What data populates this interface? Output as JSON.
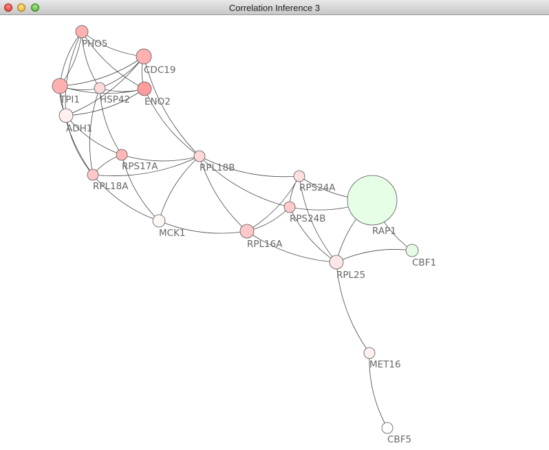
{
  "window": {
    "title": "Correlation Inference 3"
  },
  "graph": {
    "nodes": [
      {
        "id": "PHO5",
        "label": "PHO5",
        "color": "#ffb0b0"
      },
      {
        "id": "CDC19",
        "label": "CDC19",
        "color": "#ffb0b0"
      },
      {
        "id": "TPI1",
        "label": "TPI1",
        "color": "#ffb0b0"
      },
      {
        "id": "HSP42",
        "label": "HSP42",
        "color": "#ffdada"
      },
      {
        "id": "ENO2",
        "label": "ENO2",
        "color": "#ff9c9c"
      },
      {
        "id": "ADH1",
        "label": "ADH1",
        "color": "#fff0f0"
      },
      {
        "id": "RPS17A",
        "label": "RPS17A",
        "color": "#ffb8b8"
      },
      {
        "id": "RPL18B",
        "label": "RPL18B",
        "color": "#ffd8d8"
      },
      {
        "id": "RPL18A",
        "label": "RPL18A",
        "color": "#ffc8c8"
      },
      {
        "id": "RPS24A",
        "label": "RPS24A",
        "color": "#ffe0e0"
      },
      {
        "id": "RAP1",
        "label": "RAP1",
        "color": "#e6fde6"
      },
      {
        "id": "RPS24B",
        "label": "RPS24B",
        "color": "#ffcccc"
      },
      {
        "id": "MCK1",
        "label": "MCK1",
        "color": "#fff6f6"
      },
      {
        "id": "RPL16A",
        "label": "RPL16A",
        "color": "#ffc8c8"
      },
      {
        "id": "CBF1",
        "label": "CBF1",
        "color": "#e6fbe6"
      },
      {
        "id": "RPL25",
        "label": "RPL25",
        "color": "#ffe6e6"
      },
      {
        "id": "MET16",
        "label": "MET16",
        "color": "#fff0f0"
      },
      {
        "id": "CBF5",
        "label": "CBF5",
        "color": "#fefefe"
      }
    ],
    "edges": [
      [
        "PHO5",
        "TPI1"
      ],
      [
        "TPI1",
        "PHO5"
      ],
      [
        "PHO5",
        "ADH1"
      ],
      [
        "PHO5",
        "HSP42"
      ],
      [
        "PHO5",
        "CDC19"
      ],
      [
        "PHO5",
        "ENO2"
      ],
      [
        "TPI1",
        "CDC19"
      ],
      [
        "TPI1",
        "ENO2"
      ],
      [
        "TPI1",
        "HSP42"
      ],
      [
        "ADH1",
        "CDC19"
      ],
      [
        "ADH1",
        "ENO2"
      ],
      [
        "HSP42",
        "CDC19"
      ],
      [
        "HSP42",
        "ENO2"
      ],
      [
        "HSP42",
        "RPL18A"
      ],
      [
        "HSP42",
        "RPS17A"
      ],
      [
        "TPI1",
        "RPL18A"
      ],
      [
        "ADH1",
        "RPL18A"
      ],
      [
        "ADH1",
        "RPS17A"
      ],
      [
        "TPI1",
        "ADH1"
      ],
      [
        "CDC19",
        "RPL18B"
      ],
      [
        "ENO2",
        "RPL18B"
      ],
      [
        "CDC19",
        "ENO2"
      ],
      [
        "RPS17A",
        "RPL18B"
      ],
      [
        "RPL18A",
        "RPL18B"
      ],
      [
        "RPS17A",
        "RPL18A"
      ],
      [
        "RPL18A",
        "MCK1"
      ],
      [
        "RPS17A",
        "MCK1"
      ],
      [
        "RPL18B",
        "MCK1"
      ],
      [
        "RPL18B",
        "RPL16A"
      ],
      [
        "RPL18B",
        "RPS24A"
      ],
      [
        "RPL18B",
        "RPS24B"
      ],
      [
        "MCK1",
        "RPL16A"
      ],
      [
        "RPL16A",
        "RPS24A"
      ],
      [
        "RPL16A",
        "RPS24B"
      ],
      [
        "RPL16A",
        "RPL25"
      ],
      [
        "RPS24A",
        "RAP1"
      ],
      [
        "RPS24A",
        "RPL25"
      ],
      [
        "RPS24A",
        "RPS24B"
      ],
      [
        "RPS24B",
        "RAP1"
      ],
      [
        "RPS24B",
        "RPL25"
      ],
      [
        "RAP1",
        "RPL25"
      ],
      [
        "RAP1",
        "CBF1"
      ],
      [
        "CBF1",
        "RPL25"
      ],
      [
        "RPL25",
        "MET16"
      ],
      [
        "MET16",
        "CBF5"
      ]
    ]
  }
}
